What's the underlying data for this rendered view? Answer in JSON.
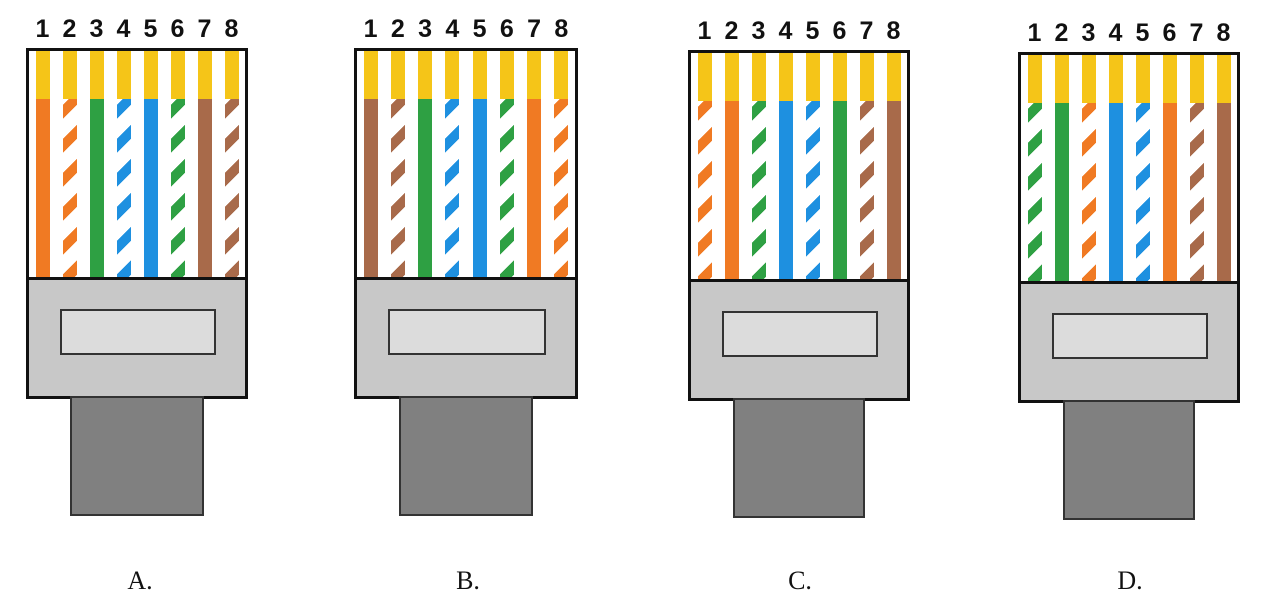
{
  "pin_labels": [
    "1",
    "2",
    "3",
    "4",
    "5",
    "6",
    "7",
    "8"
  ],
  "colors": {
    "orange": "#f07a23",
    "green": "#2ea043",
    "blue": "#1e90e0",
    "brown": "#a86a4a",
    "contact": "#f5c518",
    "housing": "#c8c8c8",
    "boot": "#808080"
  },
  "connectors": [
    {
      "label": "A.",
      "wires": [
        {
          "color": "orange",
          "striped": false
        },
        {
          "color": "orange",
          "striped": true
        },
        {
          "color": "green",
          "striped": false
        },
        {
          "color": "blue",
          "striped": true
        },
        {
          "color": "blue",
          "striped": false
        },
        {
          "color": "green",
          "striped": true
        },
        {
          "color": "brown",
          "striped": false
        },
        {
          "color": "brown",
          "striped": true
        }
      ]
    },
    {
      "label": "B.",
      "wires": [
        {
          "color": "brown",
          "striped": false
        },
        {
          "color": "brown",
          "striped": true
        },
        {
          "color": "green",
          "striped": false
        },
        {
          "color": "blue",
          "striped": true
        },
        {
          "color": "blue",
          "striped": false
        },
        {
          "color": "green",
          "striped": true
        },
        {
          "color": "orange",
          "striped": false
        },
        {
          "color": "orange",
          "striped": true
        }
      ]
    },
    {
      "label": "C.",
      "wires": [
        {
          "color": "orange",
          "striped": true
        },
        {
          "color": "orange",
          "striped": false
        },
        {
          "color": "green",
          "striped": true
        },
        {
          "color": "blue",
          "striped": false
        },
        {
          "color": "blue",
          "striped": true
        },
        {
          "color": "green",
          "striped": false
        },
        {
          "color": "brown",
          "striped": true
        },
        {
          "color": "brown",
          "striped": false
        }
      ]
    },
    {
      "label": "D.",
      "wires": [
        {
          "color": "green",
          "striped": true
        },
        {
          "color": "green",
          "striped": false
        },
        {
          "color": "orange",
          "striped": true
        },
        {
          "color": "blue",
          "striped": false
        },
        {
          "color": "blue",
          "striped": true
        },
        {
          "color": "orange",
          "striped": false
        },
        {
          "color": "brown",
          "striped": true
        },
        {
          "color": "brown",
          "striped": false
        }
      ]
    }
  ]
}
